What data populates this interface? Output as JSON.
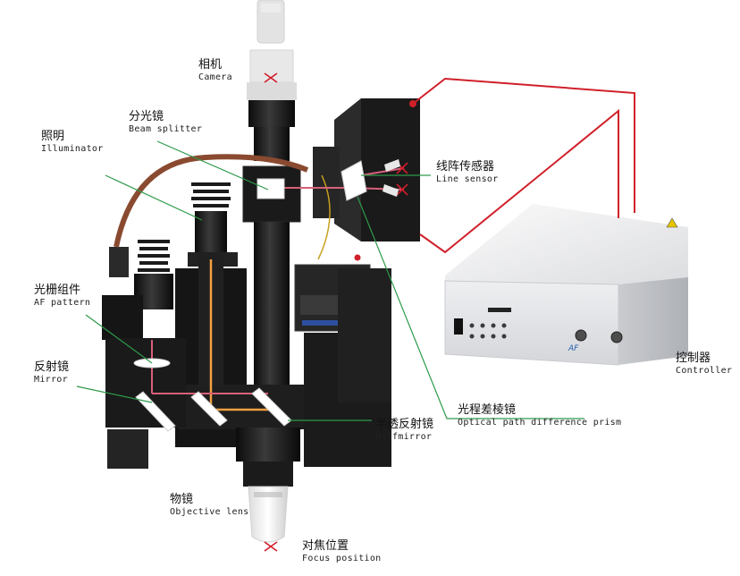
{
  "labels": {
    "camera": {
      "zh": "相机",
      "en": "Camera"
    },
    "beam_splitter": {
      "zh": "分光镜",
      "en": "Beam splitter"
    },
    "illuminator": {
      "zh": "照明",
      "en": "Illuminator"
    },
    "line_sensor": {
      "zh": "线阵传感器",
      "en": "Line sensor"
    },
    "af_pattern": {
      "zh": "光栅组件",
      "en": "AF pattern"
    },
    "mirror": {
      "zh": "反射镜",
      "en": "Mirror"
    },
    "opd_prism": {
      "zh": "光程差棱镜",
      "en": "Optical path difference prism"
    },
    "half_mirror": {
      "zh": "半透反射镜",
      "en": "Halfmirror"
    },
    "objective": {
      "zh": "物镜",
      "en": "Objective lens"
    },
    "focus": {
      "zh": "对焦位置",
      "en": "Focus position"
    },
    "controller": {
      "zh": "控制器",
      "en": "Controller"
    }
  },
  "device": {
    "logo": "AF"
  },
  "colors": {
    "beam": "#f0a040",
    "af_beam": "#d04060",
    "leader": "#2e9a4a",
    "cable": "#d0202a",
    "body": "#1c1c1c"
  }
}
